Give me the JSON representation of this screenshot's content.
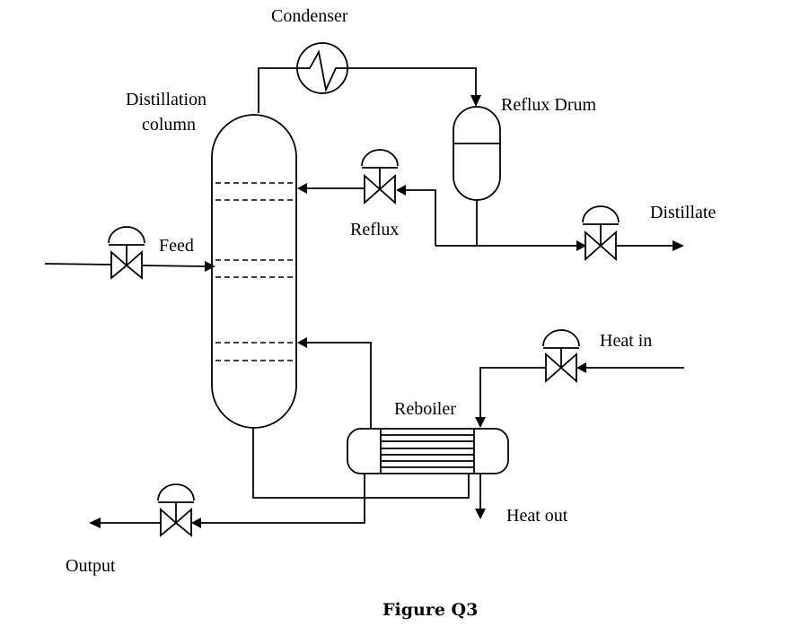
{
  "diagram": {
    "type": "process-flow-diagram",
    "caption": "Figure Q3",
    "labels": {
      "condenser": "Condenser",
      "column_line1": "Distillation",
      "column_line2": "column",
      "reflux_drum": "Reflux Drum",
      "reflux": "Reflux",
      "distillate": "Distillate",
      "feed": "Feed",
      "heat_in": "Heat in",
      "reboiler": "Reboiler",
      "heat_out": "Heat out",
      "output": "Output"
    },
    "components": [
      {
        "id": "distillation-column",
        "label": "Distillation column",
        "trays": 6
      },
      {
        "id": "condenser",
        "label": "Condenser"
      },
      {
        "id": "reflux-drum",
        "label": "Reflux Drum"
      },
      {
        "id": "reboiler",
        "label": "Reboiler"
      },
      {
        "id": "feed-valve",
        "type": "control-valve"
      },
      {
        "id": "reflux-valve",
        "type": "control-valve"
      },
      {
        "id": "distillate-valve",
        "type": "control-valve"
      },
      {
        "id": "heat-in-valve",
        "type": "control-valve"
      },
      {
        "id": "output-valve",
        "type": "control-valve"
      }
    ],
    "streams": [
      {
        "from": "feed-inlet",
        "to": "distillation-column",
        "via": "feed-valve",
        "label": "Feed"
      },
      {
        "from": "distillation-column",
        "to": "condenser"
      },
      {
        "from": "condenser",
        "to": "reflux-drum"
      },
      {
        "from": "reflux-drum",
        "to": "distillation-column",
        "via": "reflux-valve",
        "label": "Reflux"
      },
      {
        "from": "reflux-drum",
        "to": "distillate-outlet",
        "via": "distillate-valve",
        "label": "Distillate"
      },
      {
        "from": "heat-source",
        "to": "reboiler",
        "via": "heat-in-valve",
        "label": "Heat in"
      },
      {
        "from": "reboiler",
        "to": "heat-sink",
        "label": "Heat out"
      },
      {
        "from": "distillation-column",
        "to": "reboiler"
      },
      {
        "from": "reboiler",
        "to": "distillation-column"
      },
      {
        "from": "reboiler",
        "to": "output-outlet",
        "via": "output-valve",
        "label": "Output"
      }
    ]
  }
}
